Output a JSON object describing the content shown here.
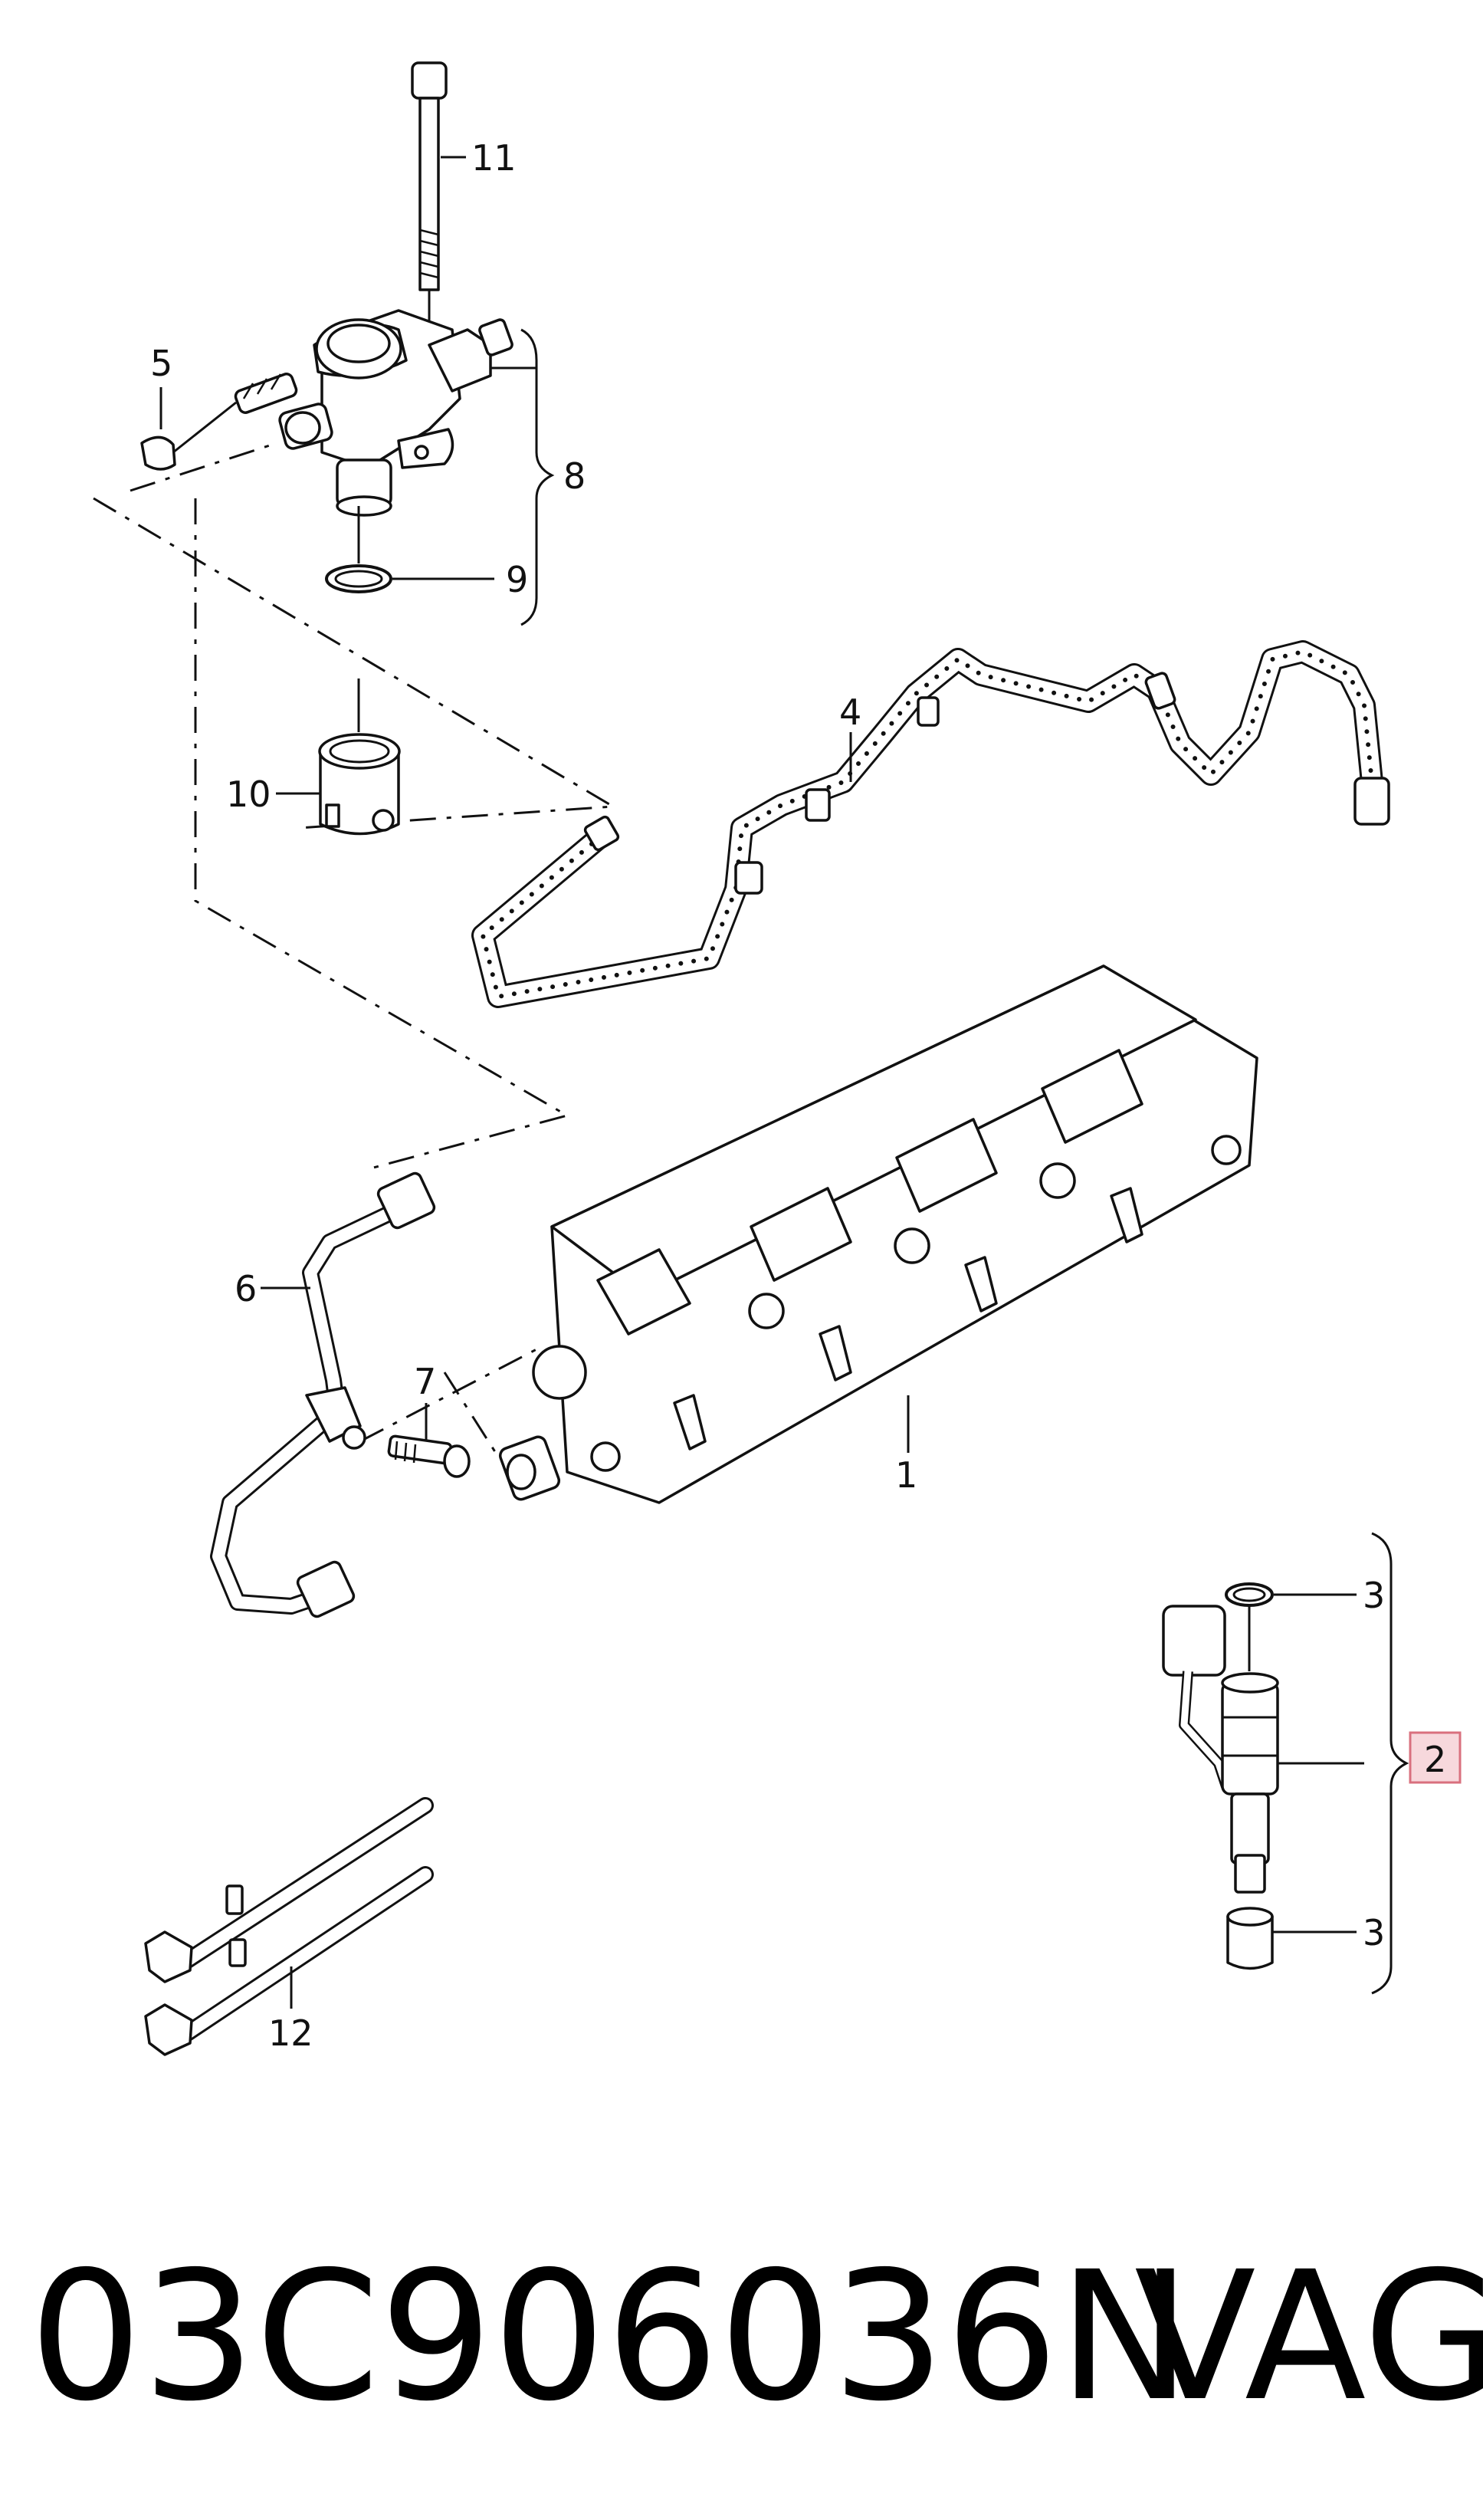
{
  "callouts": {
    "c11": "11",
    "c5": "5",
    "c8": "8",
    "c9": "9",
    "c10": "10",
    "c4": "4",
    "c6": "6",
    "c7": "7",
    "c1": "1",
    "c3_top": "3",
    "c2": "2",
    "c3_bottom": "3",
    "c12": "12"
  },
  "highlight_color": "#f7d8dc",
  "highlight_border": "#d9707e",
  "part_number": "03C906036N",
  "brand": "VAG"
}
